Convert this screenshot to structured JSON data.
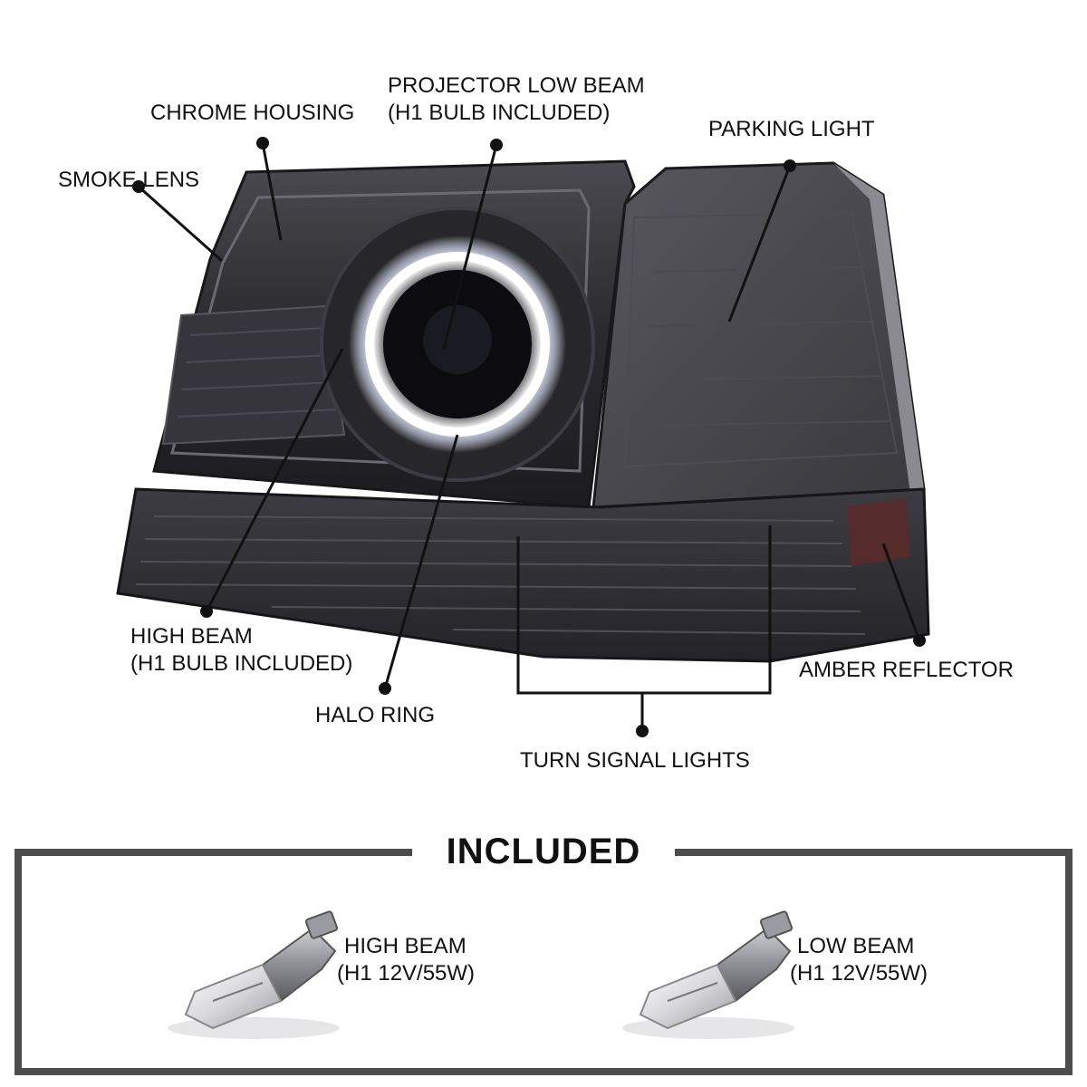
{
  "callouts": {
    "projector_low_beam": [
      "PROJECTOR LOW BEAM",
      "(H1 BULB INCLUDED)"
    ],
    "chrome_housing": "CHROME HOUSING",
    "parking_light": "PARKING LIGHT",
    "smoke_lens": "SMOKE LENS",
    "high_beam": [
      "HIGH BEAM",
      "(H1 BULB INCLUDED)"
    ],
    "halo_ring": "HALO RING",
    "amber_reflector": "AMBER REFLECTOR",
    "turn_signal_lights": "TURN SIGNAL LIGHTS"
  },
  "included": {
    "title": "INCLUDED",
    "items": [
      {
        "name": "HIGH BEAM",
        "spec": "(H1 12V/55W)",
        "icon": "h1-bulb-icon"
      },
      {
        "name": "LOW BEAM",
        "spec": "(H1 12V/55W)",
        "icon": "h1-bulb-icon"
      }
    ]
  },
  "colors": {
    "lens_smoke": "#2f2f33",
    "halo": "#ffffff",
    "frame": "#555555",
    "amber": "#5a2a2a"
  }
}
